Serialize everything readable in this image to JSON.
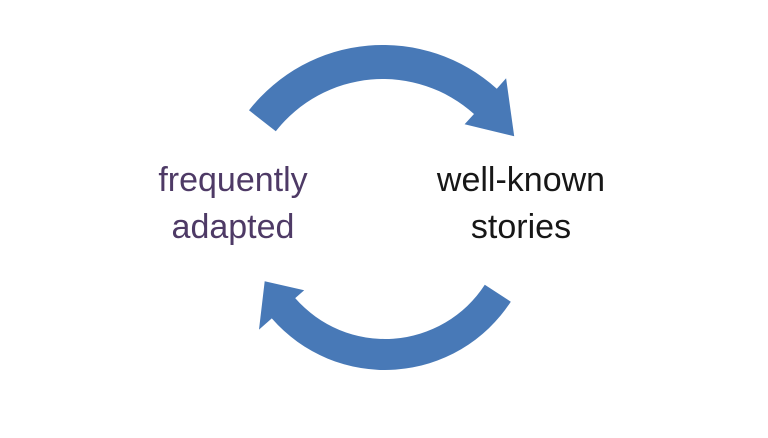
{
  "page": {
    "background_color": "#ffffff"
  },
  "diagram": {
    "kind": "cycle",
    "arrow_color": "#4879b7",
    "arrows": [
      {
        "name": "top-curved-arrow",
        "direction": "clockwise, pointing right"
      },
      {
        "name": "bottom-curved-arrow",
        "direction": "clockwise, pointing left"
      }
    ],
    "nodes": [
      {
        "id": "left",
        "text": "frequently adapted",
        "color": "#4e3a66",
        "lines": [
          "frequently",
          "adapted"
        ]
      },
      {
        "id": "right",
        "text": "well-known stories",
        "color": "#171717",
        "lines": [
          "well-known",
          "stories"
        ]
      }
    ]
  }
}
